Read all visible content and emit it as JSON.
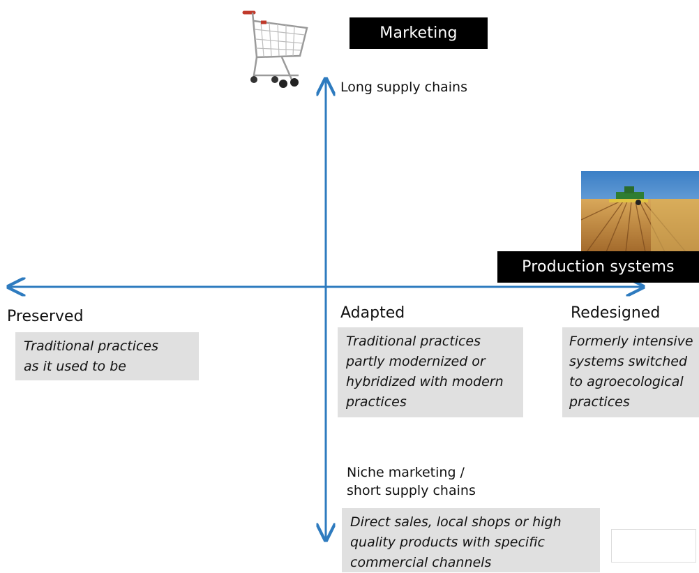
{
  "marketing": {
    "title": "Marketing",
    "icon": "shopping-cart-icon",
    "top_label": "Long supply chains",
    "bottom_label_lines": [
      "Niche marketing /",
      "short supply chains"
    ],
    "bottom_box_lines": [
      "Direct sales, local shops or high",
      "quality products with specific",
      "commercial channels"
    ]
  },
  "production": {
    "title": "Production systems",
    "icon": "wheat-field-harvester-photo"
  },
  "categories": [
    {
      "title": "Preserved",
      "lines": [
        "Traditional practices",
        "as it used to be"
      ]
    },
    {
      "title": "Adapted",
      "lines": [
        "Traditional practices",
        "partly modernized or",
        "hybridized with modern",
        "practices"
      ]
    },
    {
      "title": "Redesigned",
      "lines": [
        "Formerly intensive",
        "systems switched",
        "to agroecological",
        "practices"
      ]
    }
  ],
  "colors": {
    "axis": "#2e7bbf",
    "label_bg": "#000000",
    "box_bg": "#e0e0e0"
  }
}
